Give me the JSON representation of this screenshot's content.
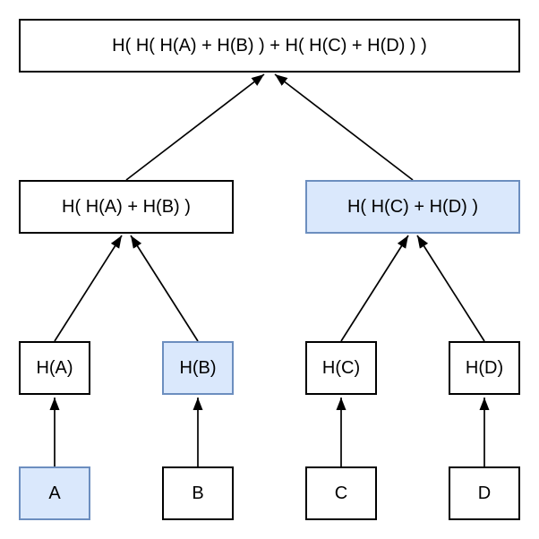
{
  "diagram": {
    "type": "merkle-tree",
    "colors": {
      "background": "#ffffff",
      "node_fill": "#ffffff",
      "node_border": "#000000",
      "highlight_fill": "#dae8fc",
      "highlight_border": "#6c8ebf",
      "arrow": "#000000"
    },
    "nodes": {
      "root": {
        "label": "H( H( H(A) + H(B) ) + H( H(C) + H(D) ) )",
        "highlighted": false
      },
      "hash_ab": {
        "label": "H( H(A) + H(B) )",
        "highlighted": false
      },
      "hash_cd": {
        "label": "H( H(C) + H(D) )",
        "highlighted": true
      },
      "hash_a": {
        "label": "H(A)",
        "highlighted": false
      },
      "hash_b": {
        "label": "H(B)",
        "highlighted": true
      },
      "hash_c": {
        "label": "H(C)",
        "highlighted": false
      },
      "hash_d": {
        "label": "H(D)",
        "highlighted": false
      },
      "leaf_a": {
        "label": "A",
        "highlighted": true
      },
      "leaf_b": {
        "label": "B",
        "highlighted": false
      },
      "leaf_c": {
        "label": "C",
        "highlighted": false
      },
      "leaf_d": {
        "label": "D",
        "highlighted": false
      }
    }
  }
}
